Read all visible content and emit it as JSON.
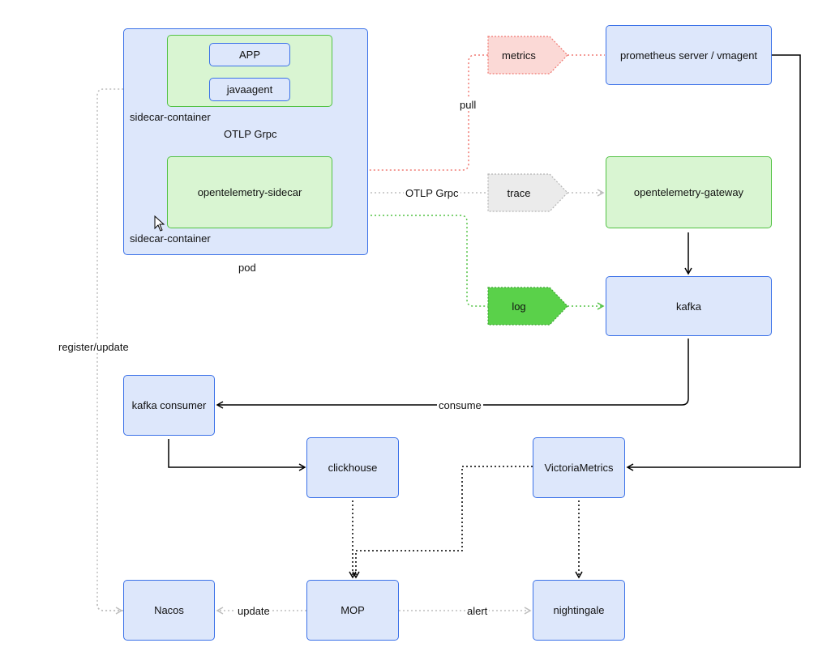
{
  "pod": {
    "label": "pod",
    "app": "APP",
    "javaagent": "javaagent",
    "sidecar_container_label_1": "sidecar-container",
    "otlp_grpc_inner": "OTLP Grpc",
    "sidecar": "opentelemetry-sidecar",
    "sidecar_container_label_2": "sidecar-container"
  },
  "signals": {
    "metrics": "metrics",
    "trace": "trace",
    "log": "log"
  },
  "nodes": {
    "prometheus": "prometheus server / vmagent",
    "gateway": "opentelemetry-gateway",
    "kafka": "kafka",
    "kafka_consumer": "kafka consumer",
    "clickhouse": "clickhouse",
    "victoriametrics": "VictoriaMetrics",
    "nacos": "Nacos",
    "mop": "MOP",
    "nightingale": "nightingale"
  },
  "edge_labels": {
    "pull": "pull",
    "otlp_grpc": "OTLP Grpc",
    "register_update": "register/update",
    "consume": "consume",
    "update": "update",
    "alert": "alert"
  },
  "colors": {
    "blue_fill": "#dde7fb",
    "blue_stroke": "#3b71e8",
    "green_fill": "#d9f5d2",
    "green_stroke": "#52c244",
    "metrics_fill": "#fbd9d6",
    "metrics_stroke": "#f07a73",
    "trace_fill": "#ebebeb",
    "trace_stroke": "#b5b5b5",
    "log_fill": "#5ad14a",
    "red_line": "#f07a73",
    "grey_line": "#bdbdbd",
    "green_line": "#52c244"
  }
}
